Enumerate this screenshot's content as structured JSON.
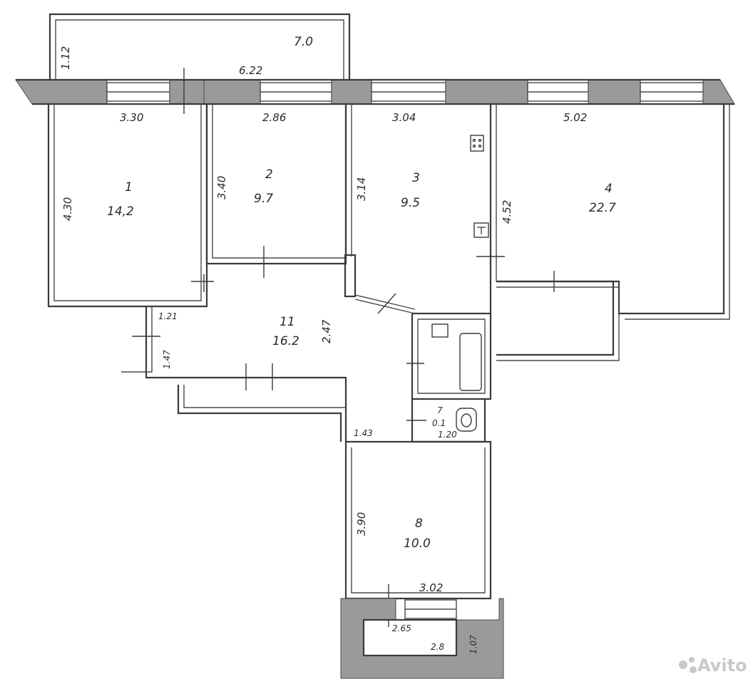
{
  "rooms": [
    {
      "number": "1",
      "area": "14,2"
    },
    {
      "number": "2",
      "area": "9.7"
    },
    {
      "number": "3",
      "area": "9.5"
    },
    {
      "number": "4",
      "area": "22.7"
    },
    {
      "number": "7",
      "area": "0.1"
    },
    {
      "number": "8",
      "area": "10.0"
    },
    {
      "number": "11",
      "area": "16.2"
    }
  ],
  "balcony": {
    "area": "7.0"
  },
  "loggia": {
    "area": "2.8"
  },
  "dimensions": [
    "1.12",
    "6.22",
    "3.30",
    "2.86",
    "3.04",
    "5.02",
    "4.30",
    "3.40",
    "3.14",
    "4.52",
    "1.21",
    "1.47",
    "2.47",
    "1.43",
    "1.20",
    "3.90",
    "3.02",
    "2.65",
    "1.07"
  ],
  "watermark": "Avito"
}
